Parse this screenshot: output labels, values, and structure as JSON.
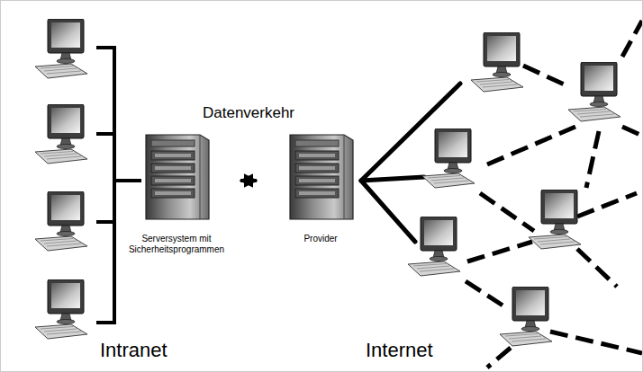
{
  "diagram": {
    "nodes": [
      {
        "text": [
          "Serversystem mit Sicherheitsprogrammen"
        ]
      },
      {
        "text": [
          "Provider"
        ]
      }
    ],
    "edges": [
      {
        "from": 0,
        "to": 1,
        "arrow": "both",
        "label": "Datenverkehr"
      }
    ],
    "labels": [
      "Intranet",
      "Internet"
    ]
  }
}
